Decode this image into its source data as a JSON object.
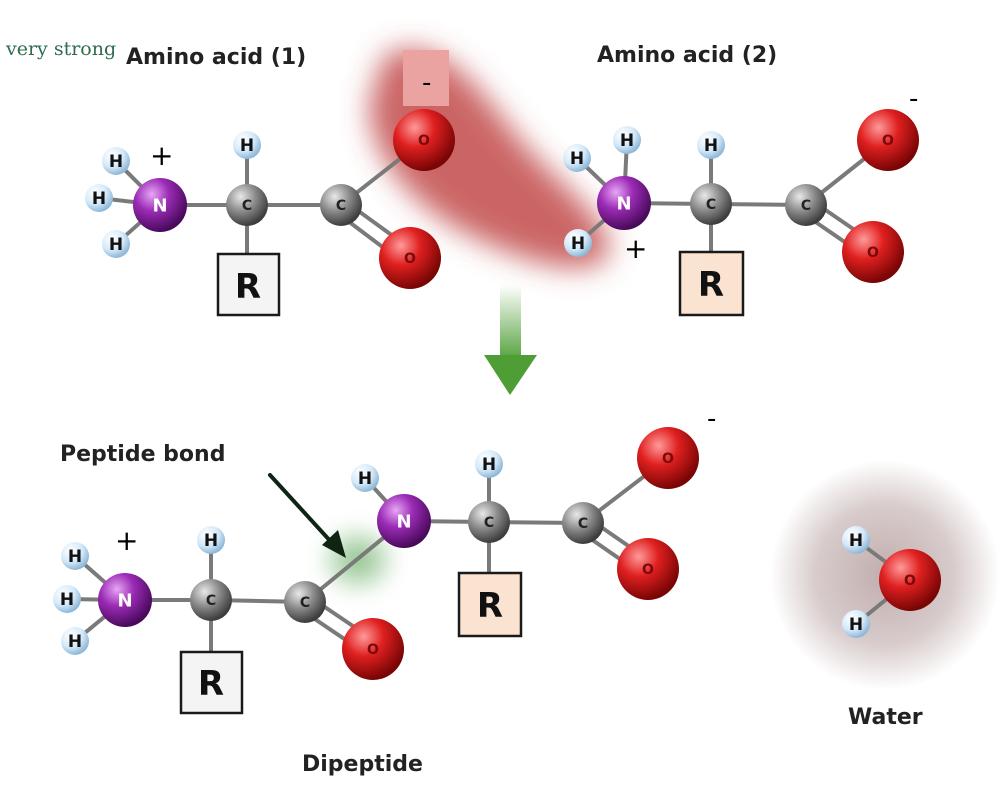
{
  "annotation": "very strong",
  "labels": {
    "amino_acid_1": "Amino acid (1)",
    "amino_acid_2": "Amino acid (2)",
    "peptide_bond": "Peptide bond",
    "dipeptide": "Dipeptide",
    "water": "Water"
  },
  "charges": {
    "plus": "+",
    "minus": "-"
  },
  "atoms": {
    "hydrogen": "H",
    "nitrogen": "N",
    "carbon": "C",
    "oxygen": "O",
    "r_group": "R"
  },
  "colors": {
    "nitrogen": "#8e1fa8",
    "carbon": "#8a8a8a",
    "oxygen": "#d01818",
    "hydrogen": "#cfe5f7",
    "bond": "#7a7a7a",
    "arrow": "#4f9e35",
    "r_box_plain": "#f4f4f4",
    "r_box_tinted": "#fbe3d2",
    "highlight_red": "#c24a4a",
    "highlight_green": "#5fa85a",
    "water_halo": "#8f6b6b"
  },
  "icons": {
    "reaction_arrow": "arrow-down-icon",
    "pointer_arrow": "diagonal-arrow-icon"
  }
}
